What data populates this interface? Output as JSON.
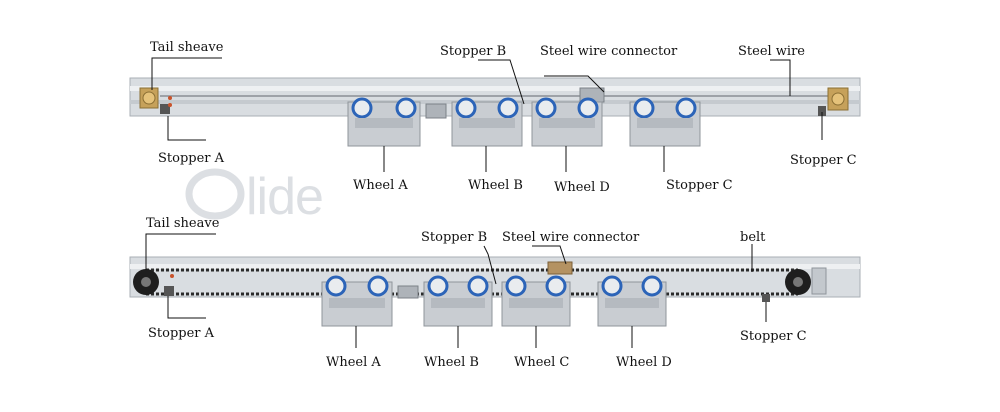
{
  "watermark": "lide",
  "colors": {
    "rail": "#d9dde1",
    "rail_edge": "#a9afb5",
    "wheel_blue": "#2c64b8",
    "bracket": "#c9cdd2",
    "belt": "#2b2b2b",
    "wire": "#8a8f95",
    "leader": "#111111"
  },
  "top": {
    "labels": {
      "tail_sheave": "Tail sheave",
      "stopper_a": "Stopper A",
      "stopper_b": "Stopper B",
      "steel_wire_connector": "Steel wire connector",
      "steel_wire": "Steel wire",
      "stopper_c": "Stopper C",
      "wheel_a": "Wheel A",
      "wheel_b": "Wheel B",
      "wheel_d": "Wheel D",
      "stopper_c_mid": "Stopper C"
    }
  },
  "bottom": {
    "labels": {
      "tail_sheave": "Tail sheave",
      "stopper_a": "Stopper A",
      "stopper_b": "Stopper B",
      "steel_wire_connector": "Steel wire connector",
      "belt": "belt",
      "stopper_c": "Stopper C",
      "wheel_a": "Wheel A",
      "wheel_b": "Wheel B",
      "wheel_c": "Wheel C",
      "wheel_d": "Wheel D"
    }
  }
}
